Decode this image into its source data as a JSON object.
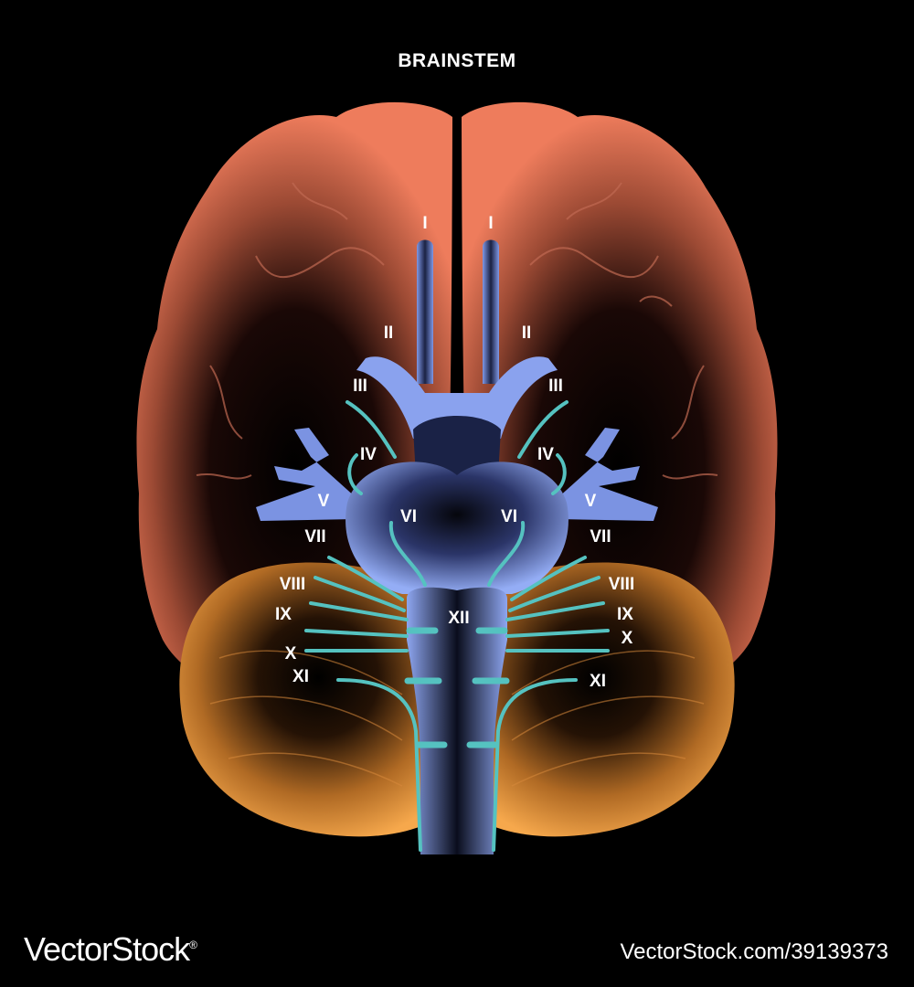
{
  "title": "BRAINSTEM",
  "nerve_labels": {
    "left": [
      "I",
      "II",
      "III",
      "IV",
      "V",
      "VI",
      "VII",
      "VIII",
      "IX",
      "X",
      "XI"
    ],
    "right": [
      "I",
      "II",
      "III",
      "IV",
      "V",
      "VI",
      "VII",
      "VIII",
      "IX",
      "X",
      "XI"
    ],
    "center": "XII"
  },
  "footer": {
    "brand": "VectorStock",
    "brand_mark": "®",
    "stock_id": "VectorStock.com/39139373"
  },
  "colors": {
    "background": "#000000",
    "cerebrum": "#e8785a",
    "cerebellum": "#f4a24a",
    "brainstem": "#8fa8f2",
    "nerve": "#5ec9c6",
    "text": "#ffffff"
  }
}
